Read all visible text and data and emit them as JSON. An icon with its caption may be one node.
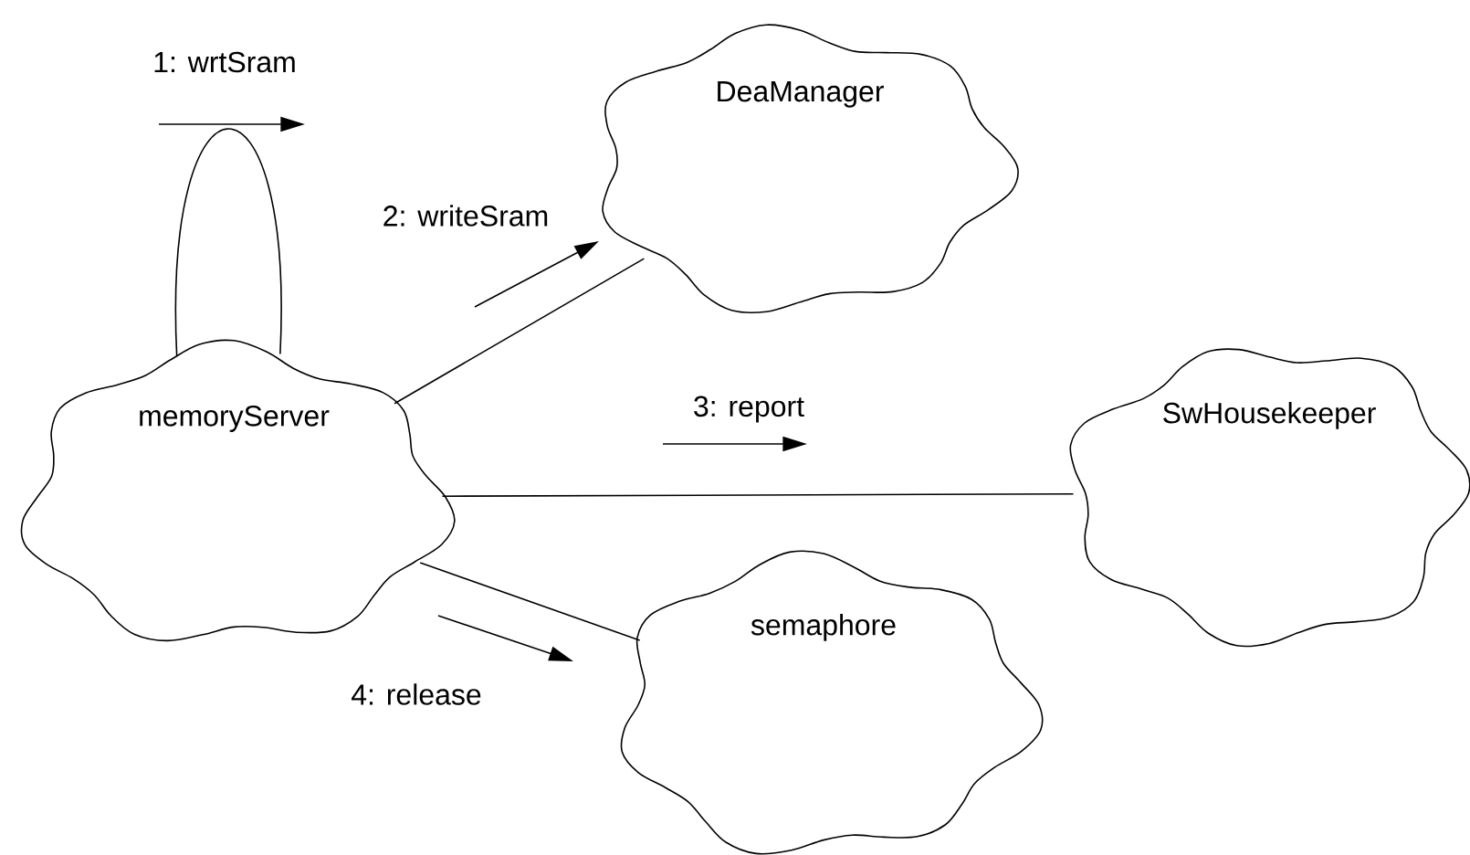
{
  "diagram": {
    "nodes": [
      {
        "text": [
          "memoryServer"
        ]
      },
      {
        "text": [
          "DeaManager"
        ]
      },
      {
        "text": [
          "SwHousekeeper"
        ]
      },
      {
        "text": [
          "semaphore"
        ]
      }
    ],
    "edges": [
      {
        "from": 0,
        "to": 0,
        "arrow": "none",
        "label": "1: wrtSram"
      },
      {
        "from": 0,
        "to": 1,
        "arrow": "none",
        "label": "2: writeSram"
      },
      {
        "from": 0,
        "to": 2,
        "arrow": "none",
        "label": "3: report"
      },
      {
        "from": 0,
        "to": 3,
        "arrow": "none",
        "label": "4: release"
      }
    ]
  }
}
